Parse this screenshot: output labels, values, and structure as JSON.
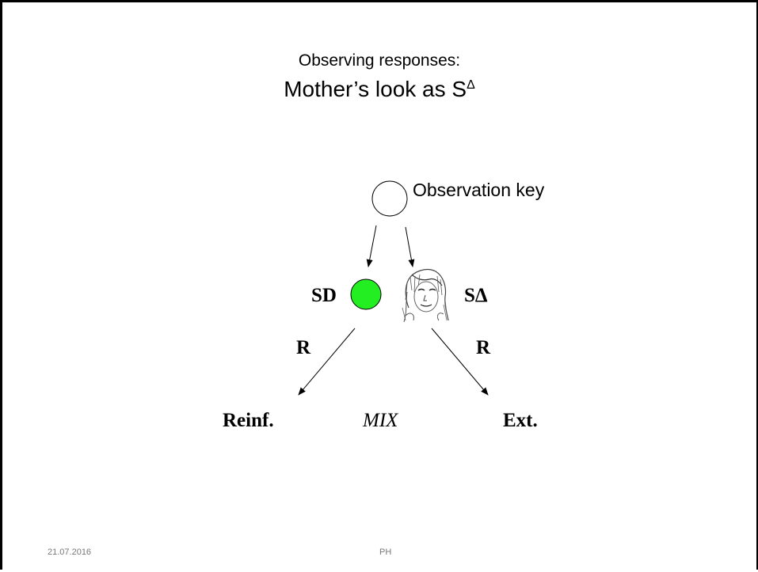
{
  "slide": {
    "title_line1": "Observing responses:",
    "title_line2_main": "Mother’s look as S",
    "title_line2_sup": "Δ",
    "footer_date": "21.07.2016",
    "footer_author": "PH"
  },
  "diagram": {
    "observation_key_label": "Observation key",
    "sd_label": "SD",
    "sdelta_label": "SΔ",
    "left_response_label": "R",
    "right_response_label": "R",
    "reinforcement_label": "Reinf.",
    "mix_label": "MIX",
    "extinction_label": "Ext.",
    "sd_color": "#22ee22",
    "key_color": "#ffffff"
  }
}
